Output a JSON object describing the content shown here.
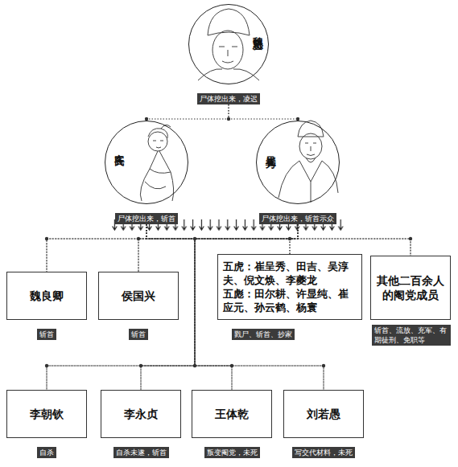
{
  "diagram": {
    "nodes": [
      {
        "text": [
          "魏忠贤",
          "尸体挖出来，凌迟"
        ]
      },
      {
        "text": [
          "客氏",
          "尸体挖出来，斩首"
        ]
      },
      {
        "text": [
          "崔呈秀",
          "尸体挖出来，斩首示众"
        ]
      },
      {
        "text": [
          "魏良卿",
          "斩首"
        ]
      },
      {
        "text": [
          "侯国兴",
          "斩首"
        ]
      },
      {
        "text": [
          "五虎：崔呈秀、田吉、吴淳夫、倪文焕、李夔龙",
          "五彪：田尔耕、许显纯、崔应元、孙云鹤、杨寰",
          "戮尸、斩首、抄家"
        ]
      },
      {
        "text": [
          "其他二百余人的阉党成员",
          "斩首、流放、充军、有期徒刑、免职等"
        ]
      },
      {
        "text": [
          "李朝钦",
          "自杀"
        ]
      },
      {
        "text": [
          "李永贞",
          "自杀未遂，斩首"
        ]
      },
      {
        "text": [
          "王体乾",
          "叛变阉党，未死"
        ]
      },
      {
        "text": [
          "刘若愚",
          "写交代材料，未死"
        ]
      }
    ],
    "edges": [
      {
        "from": 0,
        "to": 1,
        "arrow": "none"
      },
      {
        "from": 0,
        "to": 2,
        "arrow": "none"
      },
      {
        "from": 1,
        "to": 3,
        "arrow": "none"
      },
      {
        "from": 1,
        "to": 4,
        "arrow": "none"
      },
      {
        "from": 1,
        "to": 5,
        "arrow": "none"
      },
      {
        "from": 1,
        "to": 6,
        "arrow": "none"
      },
      {
        "from": 1,
        "to": 7,
        "arrow": "none"
      },
      {
        "from": 1,
        "to": 8,
        "arrow": "none"
      },
      {
        "from": 1,
        "to": 9,
        "arrow": "none"
      },
      {
        "from": 1,
        "to": 10,
        "arrow": "none"
      },
      {
        "from": 2,
        "to": 3,
        "arrow": "none"
      },
      {
        "from": 2,
        "to": 4,
        "arrow": "none"
      },
      {
        "from": 2,
        "to": 5,
        "arrow": "none"
      },
      {
        "from": 2,
        "to": 6,
        "arrow": "none"
      },
      {
        "from": 2,
        "to": 7,
        "arrow": "none"
      },
      {
        "from": 2,
        "to": 8,
        "arrow": "none"
      },
      {
        "from": 2,
        "to": 9,
        "arrow": "none"
      },
      {
        "from": 2,
        "to": 10,
        "arrow": "none"
      }
    ]
  }
}
